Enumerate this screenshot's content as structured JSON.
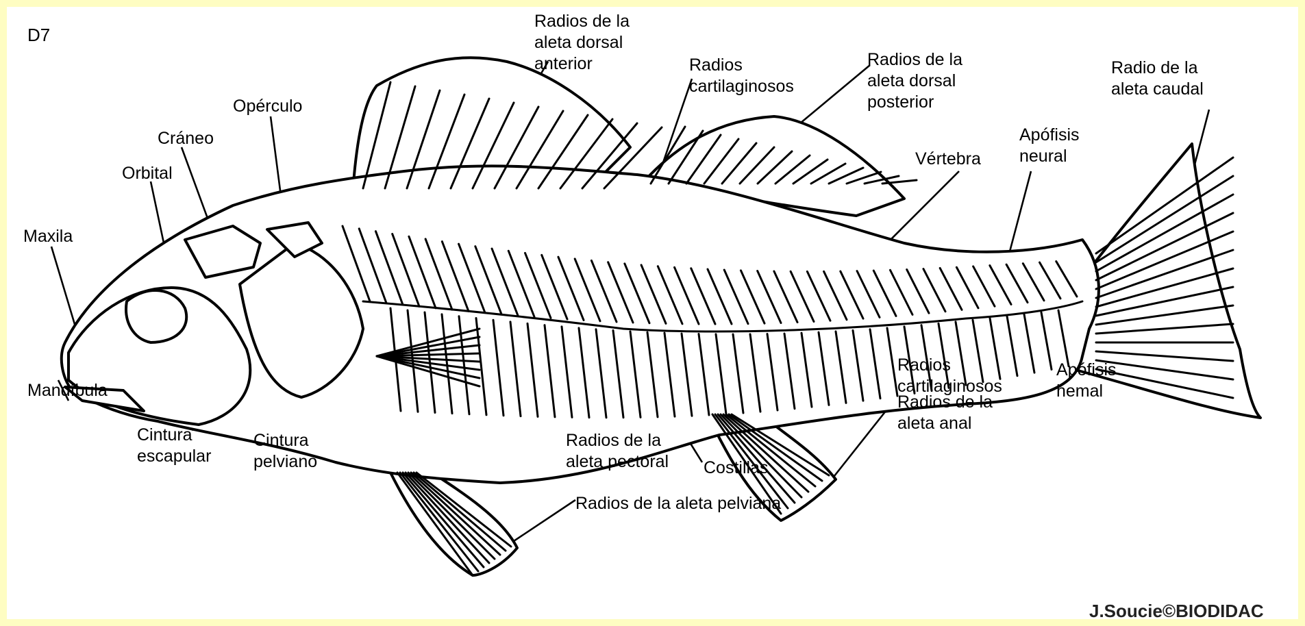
{
  "figure_id": "D7",
  "credit": "J.Soucie©BIODIDAC",
  "labels": {
    "dorsal_anterior": "Radios de la\naleta dorsal\nanterior",
    "cartilaginosos_top": "Radios\ncartilaginosos",
    "dorsal_posterior": "Radios de la\naleta dorsal\nposterior",
    "caudal": "Radio de la\naleta caudal",
    "opercle": "Opérculo",
    "cranium": "Cráneo",
    "orbital": "Orbital",
    "maxilla": "Maxila",
    "mandible": "Mandíbula",
    "vertebra": "Vértebra",
    "neural": "Apófisis\nneural",
    "hemal": "Apófisis\nhemal",
    "cartilaginosos_bottom": "Radios\ncartilaginosos",
    "anal": "Radios de la\naleta anal",
    "scapular": "Cintura\nescapular",
    "pelvic_girdle": "Cintura\npelviano",
    "pectoral": "Radios de la\naleta pectoral",
    "ribs": "Costillas",
    "pelvic_fin": "Radios de la aleta pelviana"
  },
  "colors": {
    "frame": "#fefdc2",
    "panel": "#ffffff",
    "ink": "#000000"
  }
}
